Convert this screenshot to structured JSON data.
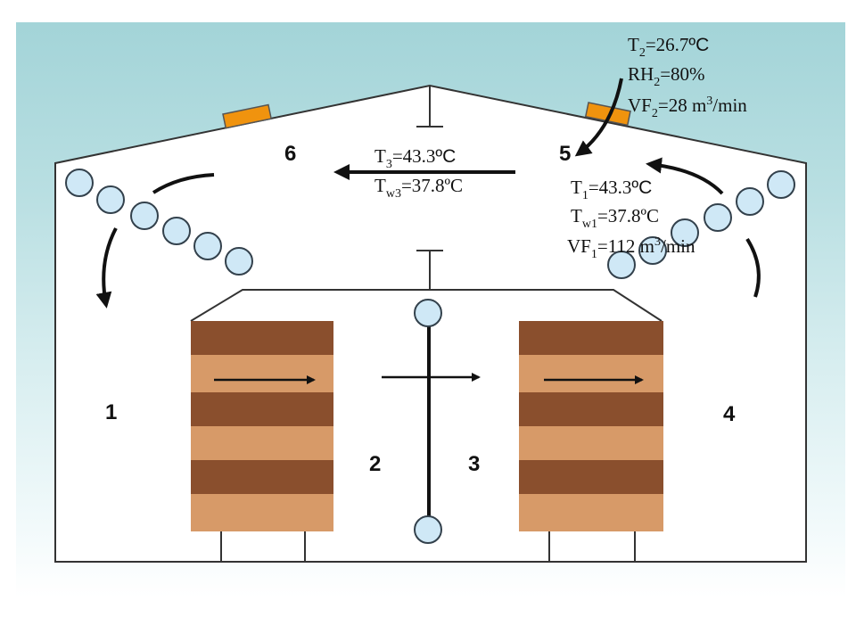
{
  "zones": {
    "z1": "1",
    "z2": "2",
    "z3": "3",
    "z4": "4",
    "z5": "5",
    "z6": "6"
  },
  "labels": {
    "outside_air": {
      "t2_main": "T",
      "t2_sub": "2",
      "t2_val": "=26.7",
      "t2_unit": "ºC",
      "rh2_main": "RH",
      "rh2_sub": "2",
      "rh2_val": "=80%",
      "vf2_main": "VF",
      "vf2_sub": "2",
      "vf2_val": "=28 m",
      "vf2_exp": "3",
      "vf2_unit": "/min"
    },
    "zone_3": {
      "t3_main": "T",
      "t3_sub": "3",
      "t3_val": "=43.3",
      "t3_unit": "ºC",
      "tw3_main": "T",
      "tw3_sub": "w3",
      "tw3_val": "=37.8ºC"
    },
    "zone_1": {
      "t1_main": "T",
      "t1_sub": "1",
      "t1_val": "=43.3",
      "t1_unit": "ºC",
      "tw1_main": "T",
      "tw1_sub": "w1",
      "tw1_val": "=37.8ºC",
      "vf1_main": "VF",
      "vf1_sub": "1",
      "vf1_val": "=112 m",
      "vf1_exp": "3",
      "vf1_unit": "/min"
    }
  },
  "colors": {
    "vent": "#f0930e",
    "pipe_fill": "#cfe8f6",
    "pipe_stroke": "#33414c",
    "stack_dark": "#8a4f2d",
    "stack_light": "#d79a68",
    "stack_mid": "#c07d4c"
  }
}
